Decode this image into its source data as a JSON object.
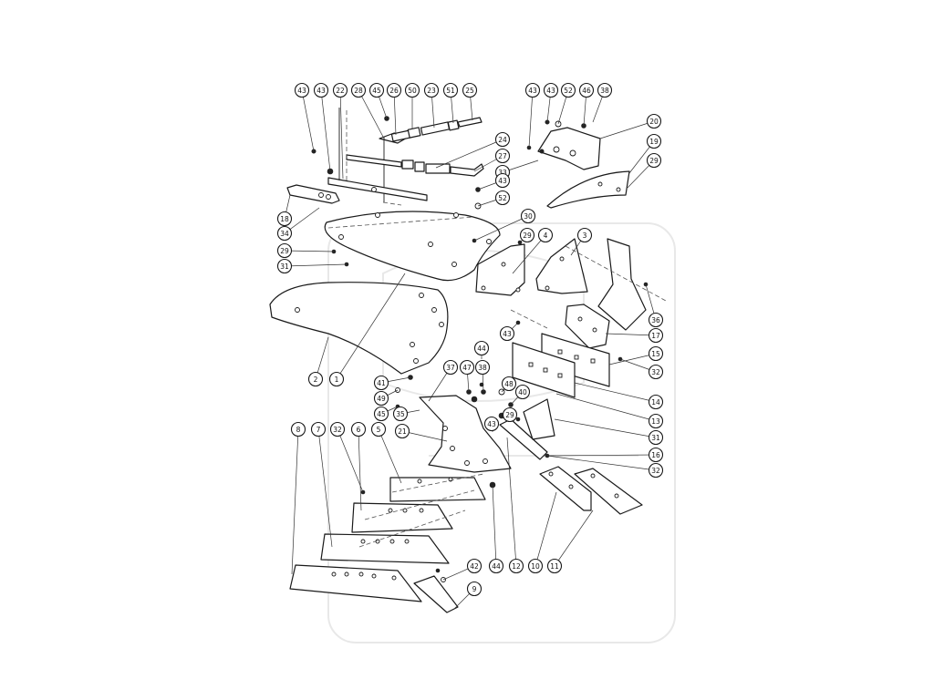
{
  "diagram": {
    "callouts": [
      {
        "id": "c43a",
        "label": "43"
      },
      {
        "id": "c43b",
        "label": "43"
      },
      {
        "id": "c22",
        "label": "22"
      },
      {
        "id": "c28",
        "label": "28"
      },
      {
        "id": "c45a",
        "label": "45"
      },
      {
        "id": "c26",
        "label": "26"
      },
      {
        "id": "c50",
        "label": "50"
      },
      {
        "id": "c23",
        "label": "23"
      },
      {
        "id": "c51",
        "label": "51"
      },
      {
        "id": "c25",
        "label": "25"
      },
      {
        "id": "c43c",
        "label": "43"
      },
      {
        "id": "c43d",
        "label": "43"
      },
      {
        "id": "c52a",
        "label": "52"
      },
      {
        "id": "c46",
        "label": "46"
      },
      {
        "id": "c38a",
        "label": "38"
      },
      {
        "id": "c20",
        "label": "20"
      },
      {
        "id": "c19",
        "label": "19"
      },
      {
        "id": "c24",
        "label": "24"
      },
      {
        "id": "c27",
        "label": "27"
      },
      {
        "id": "c33",
        "label": "33"
      },
      {
        "id": "c29a",
        "label": "29"
      },
      {
        "id": "c43e",
        "label": "43"
      },
      {
        "id": "c52b",
        "label": "52"
      },
      {
        "id": "c30",
        "label": "30"
      },
      {
        "id": "c18",
        "label": "18"
      },
      {
        "id": "c34",
        "label": "34"
      },
      {
        "id": "c29b",
        "label": "29"
      },
      {
        "id": "c31a",
        "label": "31"
      },
      {
        "id": "c29c",
        "label": "29"
      },
      {
        "id": "c4",
        "label": "4"
      },
      {
        "id": "c3",
        "label": "3"
      },
      {
        "id": "c36",
        "label": "36"
      },
      {
        "id": "c17",
        "label": "17"
      },
      {
        "id": "c15",
        "label": "15"
      },
      {
        "id": "c32a",
        "label": "32"
      },
      {
        "id": "c43f",
        "label": "43"
      },
      {
        "id": "c44a",
        "label": "44"
      },
      {
        "id": "c2",
        "label": "2"
      },
      {
        "id": "c1",
        "label": "1"
      },
      {
        "id": "c41",
        "label": "41"
      },
      {
        "id": "c37",
        "label": "37"
      },
      {
        "id": "c47",
        "label": "47"
      },
      {
        "id": "c38b",
        "label": "38"
      },
      {
        "id": "c48",
        "label": "48"
      },
      {
        "id": "c40",
        "label": "40"
      },
      {
        "id": "c49",
        "label": "49"
      },
      {
        "id": "c45b",
        "label": "45"
      },
      {
        "id": "c35",
        "label": "35"
      },
      {
        "id": "c14",
        "label": "14"
      },
      {
        "id": "c13",
        "label": "13"
      },
      {
        "id": "c31b",
        "label": "31"
      },
      {
        "id": "c21",
        "label": "21"
      },
      {
        "id": "c43g",
        "label": "43"
      },
      {
        "id": "c29d",
        "label": "29"
      },
      {
        "id": "c16",
        "label": "16"
      },
      {
        "id": "c32b",
        "label": "32"
      },
      {
        "id": "c8",
        "label": "8"
      },
      {
        "id": "c7",
        "label": "7"
      },
      {
        "id": "c32c",
        "label": "32"
      },
      {
        "id": "c6",
        "label": "6"
      },
      {
        "id": "c5",
        "label": "5"
      },
      {
        "id": "c42",
        "label": "42"
      },
      {
        "id": "c44b",
        "label": "44"
      },
      {
        "id": "c12",
        "label": "12"
      },
      {
        "id": "c10",
        "label": "10"
      },
      {
        "id": "c11",
        "label": "11"
      },
      {
        "id": "c9",
        "label": "9"
      }
    ]
  }
}
